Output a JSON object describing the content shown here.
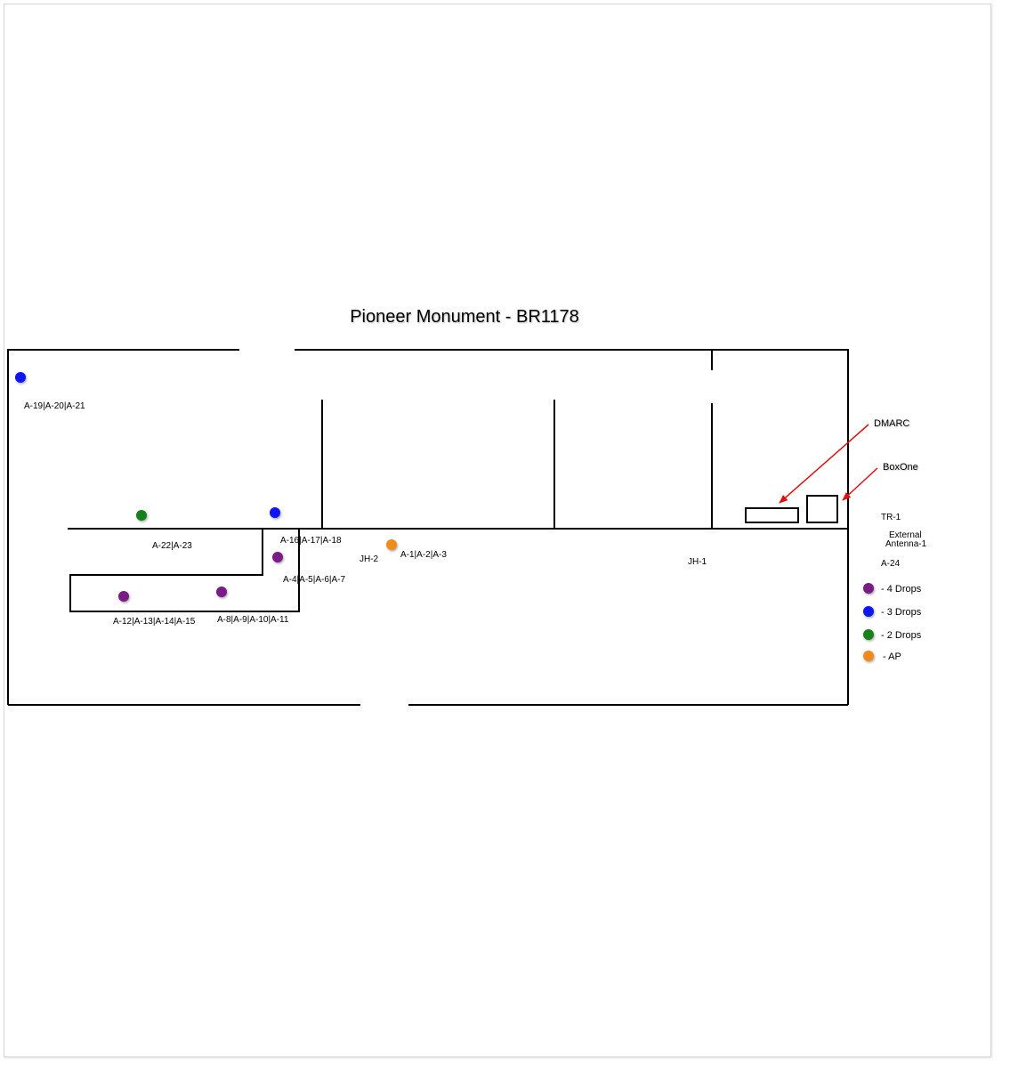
{
  "title": "Pioneer Monument - BR1178",
  "colors": {
    "purple": "#7a1a86",
    "blue": "#0a14f0",
    "green": "#17801a",
    "orange": "#f08a1a",
    "arrow": "#e01010"
  },
  "drops": [
    {
      "label": "A-19|A-20|A-21",
      "type": "blue"
    },
    {
      "label": "A-22|A-23",
      "type": "green"
    },
    {
      "label": "A-16|A-17|A-18",
      "type": "blue"
    },
    {
      "label": "A-4|A-5|A-6|A-7",
      "type": "purple"
    },
    {
      "label": "A-12|A-13|A-14|A-15",
      "type": "purple"
    },
    {
      "label": "A-8|A-9|A-10|A-11",
      "type": "purple"
    },
    {
      "label": "A-1|A-2|A-3",
      "type": "orange"
    }
  ],
  "labels": {
    "jh2": "JH-2",
    "jh1": "JH-1",
    "tr1": "TR-1",
    "external_line1": "External",
    "external_line2": "Antenna-1",
    "a24": "A-24",
    "dmarc": "DMARC",
    "boxone": "BoxOne"
  },
  "legend": [
    {
      "color": "purple",
      "text": "- 4 Drops"
    },
    {
      "color": "blue",
      "text": "- 3 Drops"
    },
    {
      "color": "green",
      "text": "- 2 Drops"
    },
    {
      "color": "orange",
      "text": "- AP"
    }
  ]
}
